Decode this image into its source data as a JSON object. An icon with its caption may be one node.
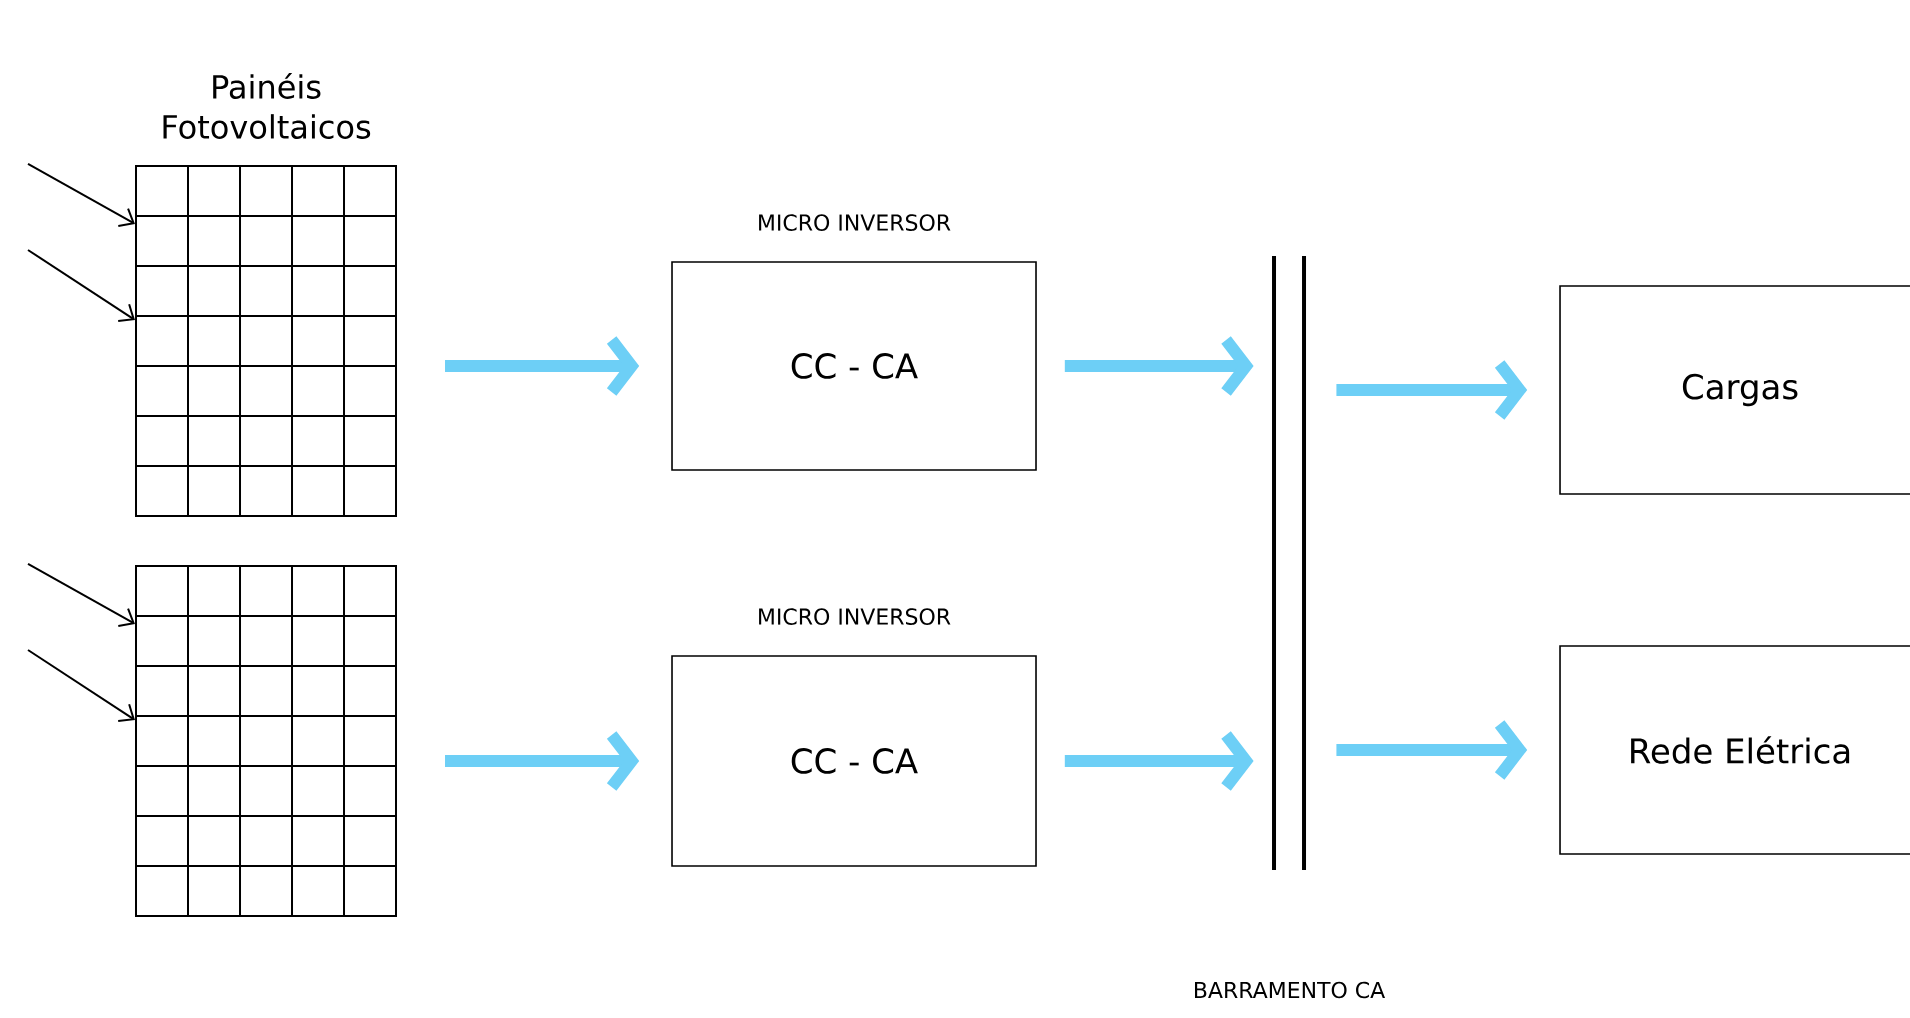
{
  "diagram": {
    "nodes": [
      {
        "text": [
          "Painéis Fotovoltaicos"
        ]
      },
      {
        "text": [],
        "shape": "box"
      },
      {
        "text": [
          "MICRO INVERSOR",
          "CC - CA"
        ]
      },
      {
        "text": [
          "MICRO INVERSOR",
          "CC - CA"
        ]
      },
      {
        "text": [
          "BARRAMENTO CA"
        ]
      },
      {
        "text": [
          "Cargas"
        ]
      },
      {
        "text": [
          "Rede Elétrica"
        ]
      }
    ],
    "edges": [
      {
        "from": null,
        "to": 0,
        "arrow": "to",
        "color": "#000000"
      },
      {
        "from": null,
        "to": 0,
        "arrow": "to",
        "color": "#000000"
      },
      {
        "from": null,
        "to": 1,
        "arrow": "to",
        "color": "#000000"
      },
      {
        "from": null,
        "to": 1,
        "arrow": "to",
        "color": "#000000"
      },
      {
        "from": 0,
        "to": 2,
        "arrow": "to"
      },
      {
        "from": 1,
        "to": 3,
        "arrow": "to"
      },
      {
        "from": 2,
        "to": 4,
        "arrow": "to"
      },
      {
        "from": 3,
        "to": 4,
        "arrow": "to"
      },
      {
        "from": 4,
        "to": 5,
        "arrow": "to"
      },
      {
        "from": 4,
        "to": 6,
        "arrow": "to"
      }
    ]
  }
}
